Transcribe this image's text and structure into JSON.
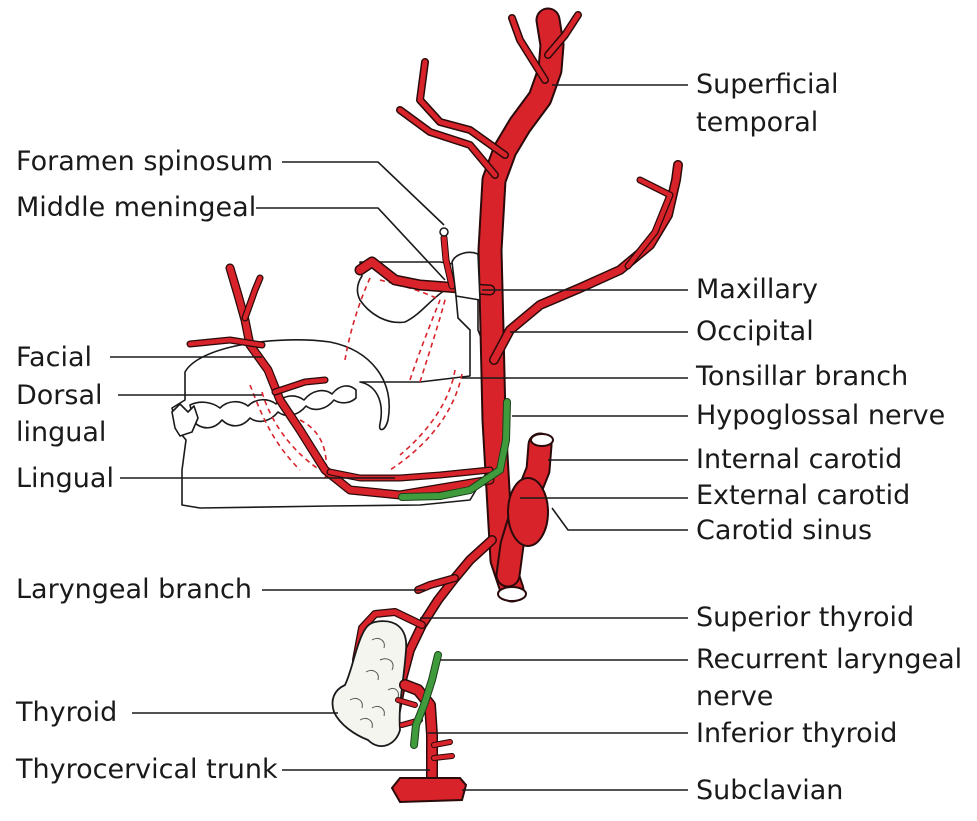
{
  "colors": {
    "artery": "#d9232a",
    "nerve": "#3f9b3b",
    "outline": "#1a1a1a",
    "gland": "#f5f5f0"
  },
  "labels_right": {
    "superficial_temporal_1": "Superficial",
    "superficial_temporal_2": "temporal",
    "maxillary": "Maxillary",
    "occipital": "Occipital",
    "tonsillar_branch": "Tonsillar branch",
    "hypoglossal_nerve": "Hypoglossal nerve",
    "internal_carotid": "Internal carotid",
    "external_carotid": "External carotid",
    "carotid_sinus": "Carotid sinus",
    "superior_thyroid": "Superior thyroid",
    "recurrent_laryngeal_1": "Recurrent laryngeal",
    "recurrent_laryngeal_2": "nerve",
    "inferior_thyroid": "Inferior thyroid",
    "subclavian": "Subclavian"
  },
  "labels_left": {
    "foramen_spinosum": "Foramen spinosum",
    "middle_meningeal": "Middle meningeal",
    "facial": "Facial",
    "dorsal_lingual_1": "Dorsal",
    "dorsal_lingual_2": "lingual",
    "lingual": "Lingual",
    "laryngeal_branch": "Laryngeal branch",
    "thyroid": "Thyroid",
    "thyrocervical_trunk": "Thyrocervical trunk"
  }
}
